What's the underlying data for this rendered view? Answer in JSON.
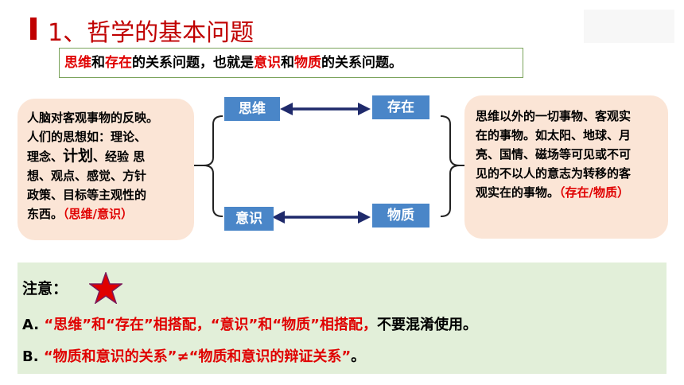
{
  "title": "1、哲学的基本问题",
  "subtitle": {
    "part1_red": "思维",
    "part2": "和",
    "part3_red": "存在",
    "part4": "的关系问题，也就是",
    "part5_red": "意识",
    "part6": "和",
    "part7_red": "物质",
    "part8": "的关系问题。"
  },
  "left_box": {
    "line1": "人脑对客观事物的反映。",
    "line2": "人们的思想如：理论、",
    "line3a": "理念、",
    "line3b_big": "计划",
    "line3c": "、经验 思",
    "line4": "想、观点、感觉、方针",
    "line5": "政策、目标等主观性的",
    "line6a": "东西。",
    "line6b_red": "（思维/意识）"
  },
  "terms": {
    "thinking": "思维",
    "existence": "存在",
    "consciousness": "意识",
    "matter": "物质"
  },
  "right_box": {
    "line1": "思维以外的一切事物、客观实",
    "line2": "在的事物。如太阳、地球、月",
    "line3": "亮、国情、磁场等可见或不可",
    "line4": "见的不以人的意志为转移的客",
    "line5a": "观实在的事物。",
    "line5b_red": "（存在/物质）"
  },
  "note": {
    "label": "注意：",
    "a_prefix": "A. ",
    "a_red": "“思维”和“存在”相搭配，“意识”和“物质”相搭配，",
    "a_black": "不要混淆使用。",
    "b_prefix": "B. ",
    "b_red": "“物质和意识的关系”≠“物质和意识的辩证关系”",
    "b_black": "。"
  },
  "colors": {
    "accent_red": "#c00000",
    "text_red": "#e00000",
    "term_blue": "#4a86c8",
    "arrow_navy": "#1f2a6b",
    "box_peach": "#fbe5d6",
    "note_green": "#e2efd9",
    "subtitle_border": "#7aa35b"
  },
  "icons": {
    "star": "star-icon",
    "arrow": "double-arrow-icon"
  }
}
